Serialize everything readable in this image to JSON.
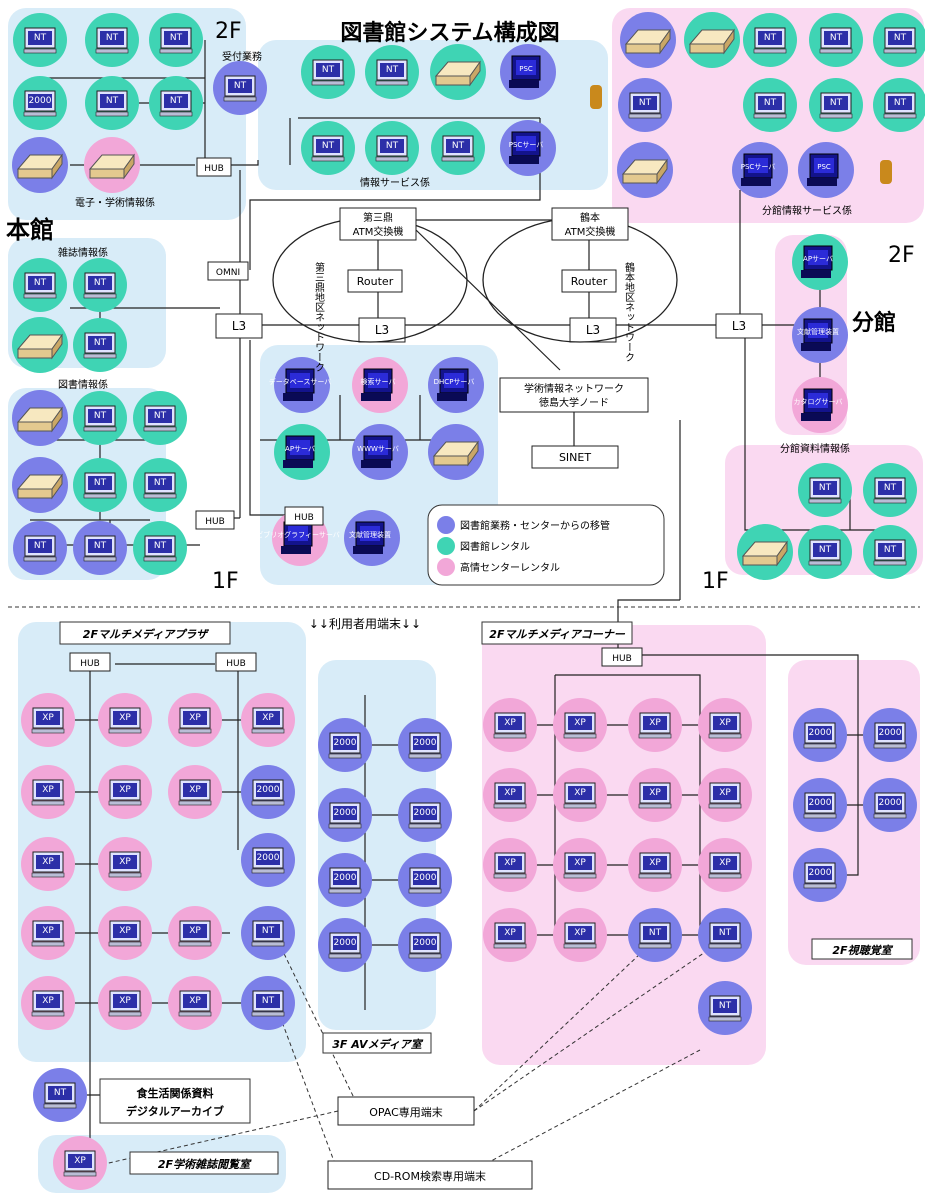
{
  "title": "図書館システム構成図",
  "floors": {
    "f2_left": "2F",
    "f2_right": "2F",
    "f1_left": "1F",
    "f1_right": "1F"
  },
  "buildings": {
    "main": "本館",
    "branch": "分館"
  },
  "rooms": {
    "denshi": "電子・学術情報係",
    "jouhou_service": "情報サービス係",
    "bunkan_jouhou": "分館情報サービス係",
    "zasshi": "雑誌情報係",
    "tosho": "図書情報係",
    "bunkan_shiryo": "分館資料情報係",
    "uketsuke": "受付業務",
    "plaza": "2Fマルチメディアプラザ",
    "corner": "2Fマルチメディアコーナー",
    "av": "3F AVメディア室",
    "shichoukaku": "2F視聴覚室",
    "gakushu": "2F学術雑誌閲覧室",
    "archive_1": "食生活関係資料",
    "archive_2": "デジタルアーカイブ"
  },
  "network": {
    "atm1_a": "第三鼎",
    "atm1_b": "ATM交換機",
    "atm2_a": "鶴本",
    "atm2_b": "ATM交換機",
    "ring1": "第三鼎地区ネットワーク",
    "ring2": "鶴本地区ネットワーク",
    "router": "Router",
    "l3": "L3",
    "omni": "OMNI",
    "hub": "HUB",
    "gakujutsu_1": "学術情報ネットワーク",
    "gakujutsu_2": "徳島大学ノード",
    "sinet": "SINET"
  },
  "servers": {
    "db": "データベースサーバ",
    "tokutei": "検索サーバ",
    "dhcp": "DHCPサーバ",
    "ap": "APサーバ",
    "www": "WWWサーバ",
    "bib": "ビブリオグラフィーサーバ",
    "bunken": "文献管理装置",
    "psc": "PSC",
    "psc_server": "PSCサーバ",
    "bunkan_ap": "APサーバ",
    "bunkan_bunken": "文献管理装置",
    "bunkan_catalog": "カタログサーバ"
  },
  "legend": [
    {
      "label": "図書館業務・センターからの移管",
      "color": "#7b7fe8"
    },
    {
      "label": "図書館レンタル",
      "color": "#3fd4b4"
    },
    {
      "label": "高情センターレンタル",
      "color": "#f2a7d8"
    }
  ],
  "usage_banner": "↓↓利用者用端末↓↓",
  "terminal_labels": {
    "nt": "NT",
    "xp": "XP",
    "w2000": "2000"
  },
  "callouts": {
    "opac": "OPAC専用端末",
    "cdrom": "CD-ROM検索専用端末"
  },
  "colors": {
    "blue": "#7b7fe8",
    "green": "#3fd4b4",
    "pink": "#f2a7d8",
    "bg_blue": "#d8ecf8",
    "bg_pink": "#fad9f1",
    "screen": "#2c2fa8"
  }
}
